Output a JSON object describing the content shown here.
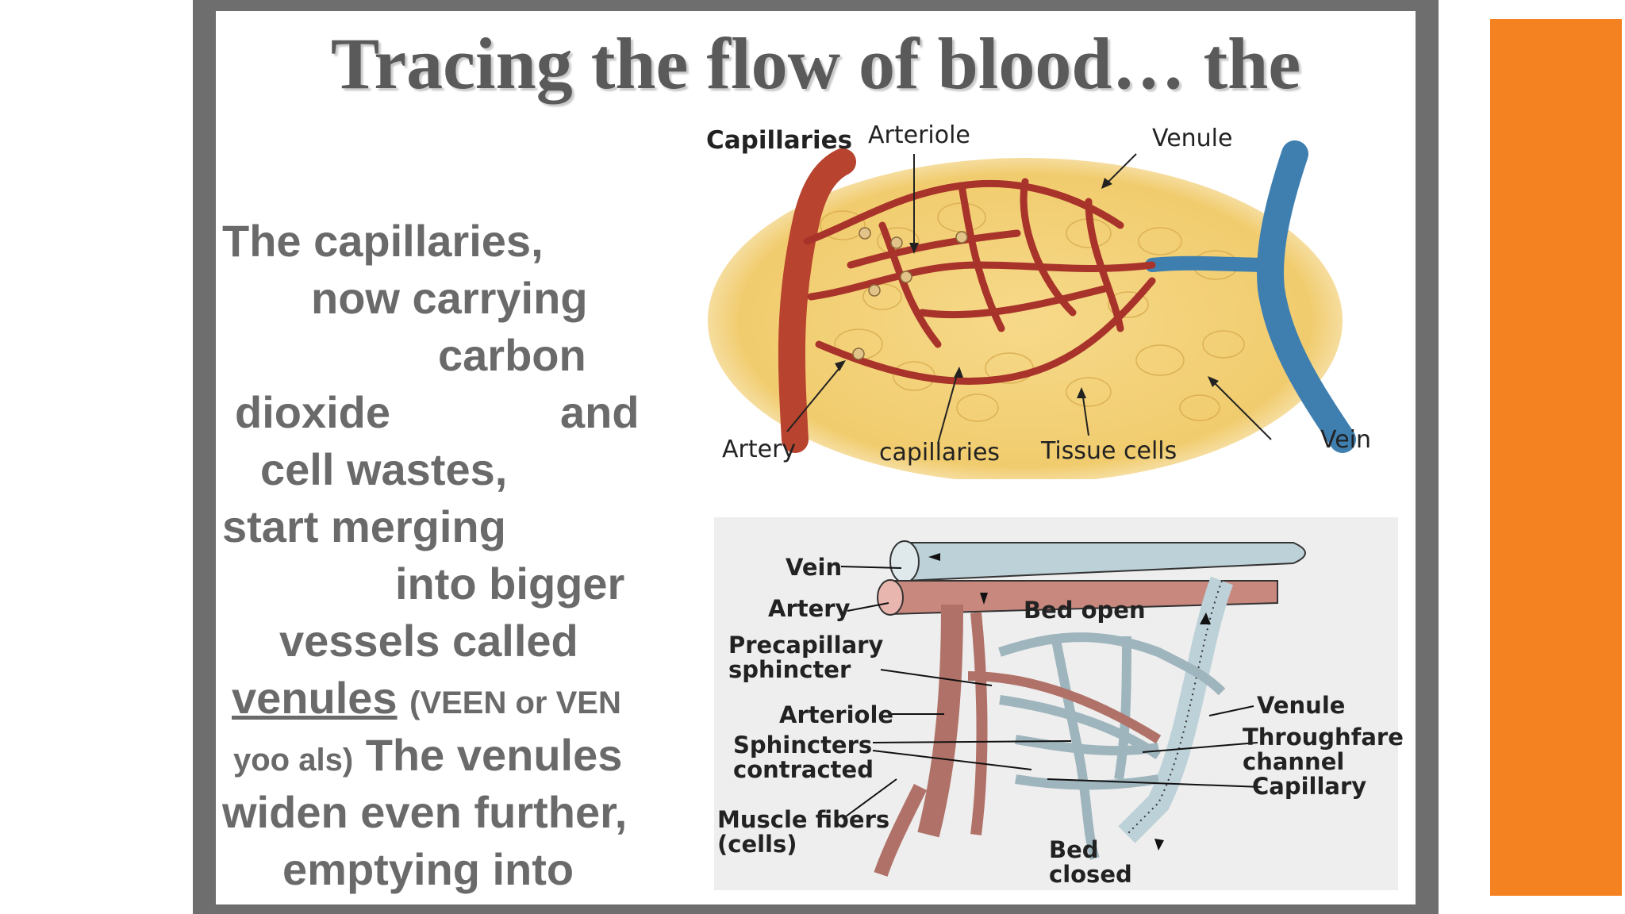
{
  "slide": {
    "title": "Tracing the flow of blood… the",
    "body_lines": [
      "The capillaries,",
      "now carrying",
      "carbon",
      "dioxide",
      "and",
      "cell wastes,",
      "start merging",
      "into bigger",
      "vessels called",
      "venules",
      "(VEEN or VEN",
      "yoo als)",
      "The venules",
      "widen even further,",
      "emptying into"
    ]
  },
  "diagram_top": {
    "title": "Capillaries",
    "labels": {
      "arteriole": "Arteriole",
      "venule": "Venule",
      "artery": "Artery",
      "capillaries": "capillaries",
      "tissue_cells": "Tissue cells",
      "vein": "Vein"
    }
  },
  "diagram_bottom": {
    "labels": {
      "vein": "Vein",
      "artery": "Artery",
      "bed_open": "Bed open",
      "precapillary_1": "Precapillary",
      "precapillary_2": "sphincter",
      "arteriole": "Arteriole",
      "sphincters_1": "Sphincters",
      "sphincters_2": "contracted",
      "muscle_1": "Muscle fibers",
      "muscle_2": "(cells)",
      "bed_closed_1": "Bed",
      "bed_closed_2": "closed",
      "venule": "Venule",
      "throughfare_1": "Throughfare",
      "throughfare_2": "channel",
      "capillary": "Capillary"
    }
  },
  "colors": {
    "frame": "#6e6e6e",
    "accent": "#f58220",
    "text": "#6a6a6a",
    "artery_red": "#b8432e",
    "vein_blue": "#3f7fb0",
    "tissue_yellow": "#f3d27a"
  }
}
